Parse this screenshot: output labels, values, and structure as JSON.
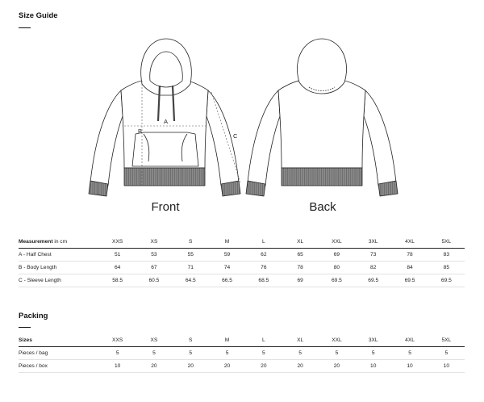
{
  "size_guide": {
    "title": "Size Guide",
    "front_label": "Front",
    "back_label": "Back",
    "diagram_labels": {
      "a": "A",
      "b": "B",
      "c": "C"
    }
  },
  "measurements": {
    "header_bold": "Measurement",
    "header_unit": " in cm",
    "sizes": [
      "XXS",
      "XS",
      "S",
      "M",
      "L",
      "XL",
      "XXL",
      "3XL",
      "4XL",
      "5XL"
    ],
    "rows": [
      {
        "label": "A - Half Chest",
        "values": [
          "51",
          "53",
          "55",
          "59",
          "62",
          "65",
          "69",
          "73",
          "78",
          "83"
        ]
      },
      {
        "label": "B - Body Length",
        "values": [
          "64",
          "67",
          "71",
          "74",
          "76",
          "78",
          "80",
          "82",
          "84",
          "85"
        ]
      },
      {
        "label": "C - Sleeve Length",
        "values": [
          "58.5",
          "60.5",
          "64.5",
          "66.5",
          "68.5",
          "69",
          "69.5",
          "69.5",
          "69.5",
          "69.5"
        ]
      }
    ]
  },
  "packing": {
    "title": "Packing",
    "header_label": "Sizes",
    "sizes": [
      "XXS",
      "XS",
      "S",
      "M",
      "L",
      "XL",
      "XXL",
      "3XL",
      "4XL",
      "5XL"
    ],
    "rows": [
      {
        "label": "Pieces / bag",
        "values": [
          "5",
          "5",
          "5",
          "5",
          "5",
          "5",
          "5",
          "5",
          "5",
          "5"
        ]
      },
      {
        "label": "Pieces / box",
        "values": [
          "10",
          "20",
          "20",
          "20",
          "20",
          "20",
          "20",
          "10",
          "10",
          "10"
        ]
      }
    ]
  }
}
